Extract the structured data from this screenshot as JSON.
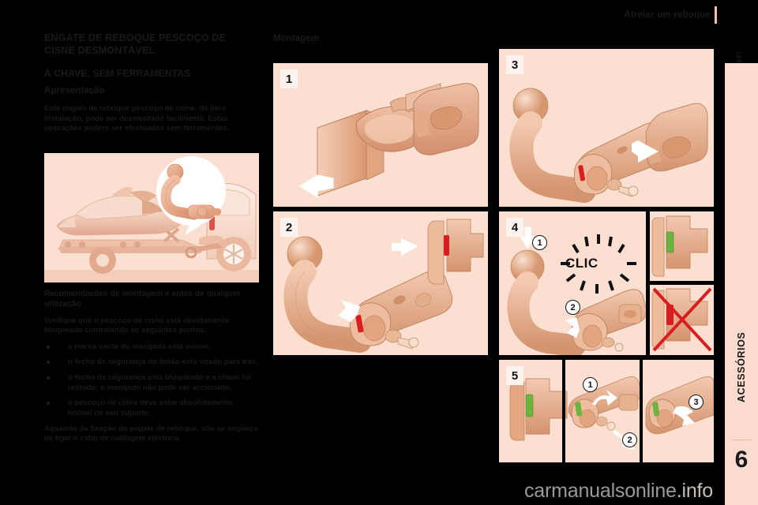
{
  "header": {
    "title": "Atrelar um reboque",
    "page_number": "189"
  },
  "rail": {
    "chapter_label": "ACESSÓRIOS",
    "chapter_number": "6"
  },
  "left_column": {
    "heading_1": "ENGATE DE REBOQUE PESCOÇO DE CISNE DESMONTÁVEL",
    "heading_2": "À CHAVE, SEM FERRAMENTAS",
    "heading_3": "Apresentação",
    "body_1": "Este engate de reboque pescoço de cisne, de livre instalação, pode ser desmontado facilmente. Estas operações podem ser efectuadas sem ferramentas.",
    "section_heading": "Recomendações de montagem e antes de qualquer utilização",
    "section_intro": "Verifique que o pescoço de cisne está devidamente bloqueado controlando os seguintes pontos:",
    "bullets": [
      "a marca verde do manípulo está visível,",
      "o fecho de segurança do botão está virado para trás,",
      "o fecho de segurança está bloqueado e a chave foi retirada; o manípulo não pode ser accionado,",
      "o pescoço de cisne deve estar absolutamente imóvel no seu suporte."
    ],
    "closing": "Aquando da fixação do engate de reboque, não se esqueça de ligar o cabo de cablagem eléctrica."
  },
  "montagem": {
    "title": "Montagem",
    "panels": [
      {
        "number": "1",
        "caption": ""
      },
      {
        "number": "2",
        "caption": ""
      },
      {
        "number": "3",
        "caption": ""
      },
      {
        "number": "4",
        "caption": "",
        "sound": "CLIC",
        "callouts": [
          "1",
          "2"
        ]
      },
      {
        "number": "5",
        "caption": "",
        "callouts": [
          "1",
          "2",
          "3"
        ]
      }
    ]
  },
  "colors": {
    "panel_bg": "#fbe0d2",
    "rail_bg": "#fadbcd",
    "accent": "#f4c2aa",
    "marker_green": "#6cb33f",
    "marker_red": "#d81e20",
    "part": "#e9a98c"
  },
  "watermark": {
    "text": "carmanualsonline",
    "suffix": ".info"
  }
}
